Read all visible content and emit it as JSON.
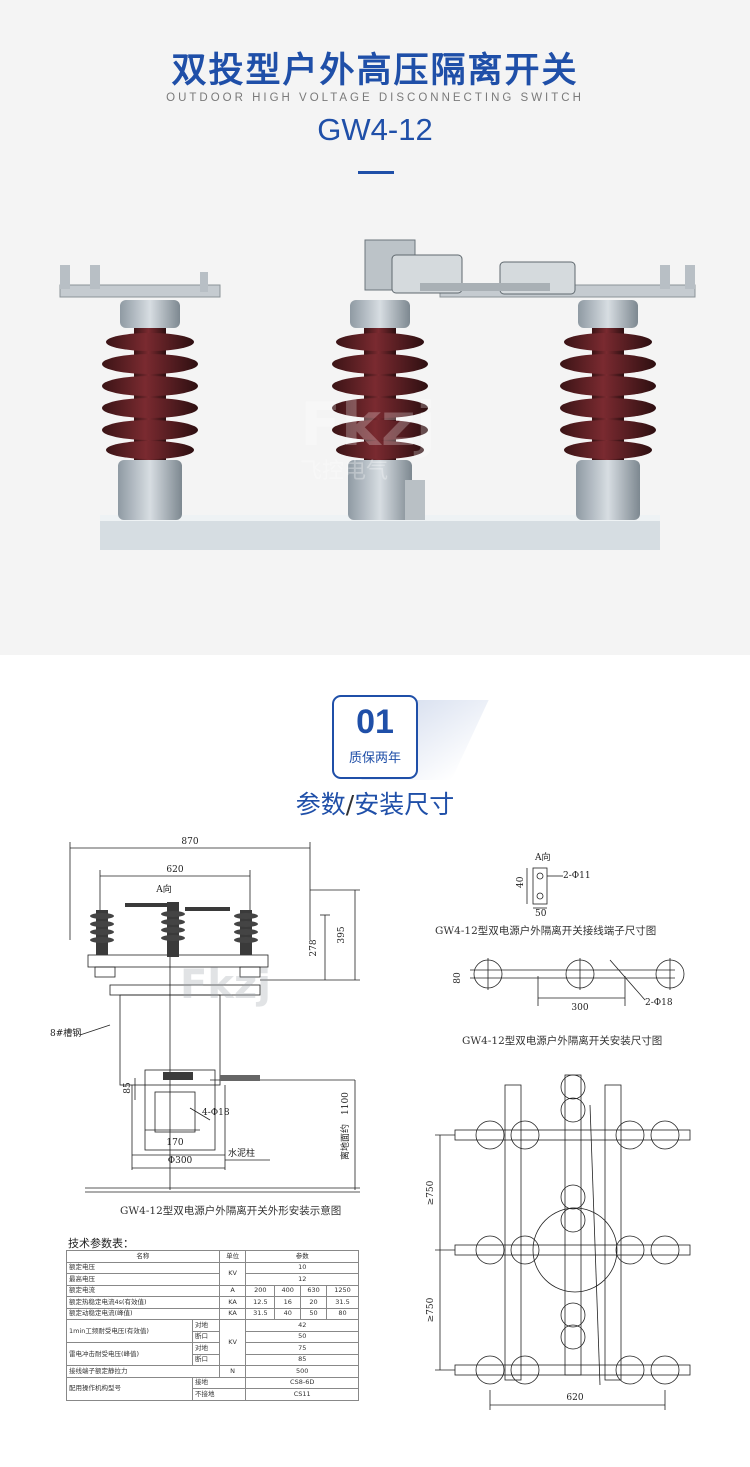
{
  "header": {
    "title": "双投型户外高压隔离开关",
    "subtitle": "OUTDOOR HIGH VOLTAGE DISCONNECTING SWITCH",
    "model": "GW4-12"
  },
  "watermark": {
    "mark": "Fkzj",
    "name": "飞控电气"
  },
  "badge": {
    "number": "01",
    "text": "质保两年"
  },
  "section": {
    "title_a": "参数",
    "slash": "/",
    "title_b": "安装尺寸"
  },
  "drawing_main": {
    "dims": {
      "d870": "870",
      "d620": "620",
      "d395": "395",
      "d278": "278",
      "d85": "85",
      "d170": "170",
      "phi300": "Φ300",
      "h1100": "1100",
      "phi18": "4-Φ18"
    },
    "labels": {
      "a_dir": "A向",
      "channel": "8#槽钢",
      "pole": "水泥柱",
      "ground": "离地面约"
    },
    "caption": "GW4-12型双电源户外隔离开关外形安装示意图"
  },
  "drawing_terminal": {
    "labels": {
      "a_dir": "A向",
      "holes": "2-Φ11",
      "w50": "50",
      "d": "40"
    },
    "caption": "GW4-12型双电源户外隔离开关接线端子尺寸图"
  },
  "drawing_mount": {
    "labels": {
      "d80": "80",
      "d300": "300",
      "holes": "2-Φ18"
    },
    "caption": "GW4-12型双电源户外隔离开关安装尺寸图"
  },
  "drawing_plan": {
    "labels": {
      "g750a": "≥750",
      "g750b": "≥750",
      "w620": "620"
    }
  },
  "spec": {
    "title": "技术参数表：",
    "header": [
      "名称",
      "单位",
      "参数"
    ],
    "rows": {
      "r1": {
        "name": "额定电压",
        "value": "10"
      },
      "r2": {
        "name": "最高电压",
        "value": "12"
      },
      "unit_kv": "KV",
      "r3": {
        "name": "额定电流",
        "unit": "A",
        "v": [
          "200",
          "400",
          "630",
          "1250"
        ]
      },
      "r4": {
        "name": "额定热稳定电流4s(有效值)",
        "unit": "KA",
        "v": [
          "12.5",
          "16",
          "20",
          "31.5"
        ]
      },
      "r5": {
        "name": "额定动稳定电流(峰值)",
        "unit": "KA",
        "v": [
          "31.5",
          "40",
          "50",
          "80"
        ]
      },
      "r6": {
        "name": "1min工频耐受电压(有效值)",
        "a": "对地",
        "av": "42",
        "b": "断口",
        "bv": "50"
      },
      "unit_kv2": "KV",
      "r7": {
        "name": "雷电冲击耐受电压(峰值)",
        "a": "对地",
        "av": "75",
        "b": "断口",
        "bv": "85"
      },
      "r8": {
        "name": "接线端子额定静拉力",
        "unit": "N",
        "value": "500"
      },
      "r9": {
        "name": "配用操作机构型号",
        "a": "接地",
        "av": "CS8-6D",
        "b": "不接地",
        "bv": "CS11"
      }
    }
  }
}
